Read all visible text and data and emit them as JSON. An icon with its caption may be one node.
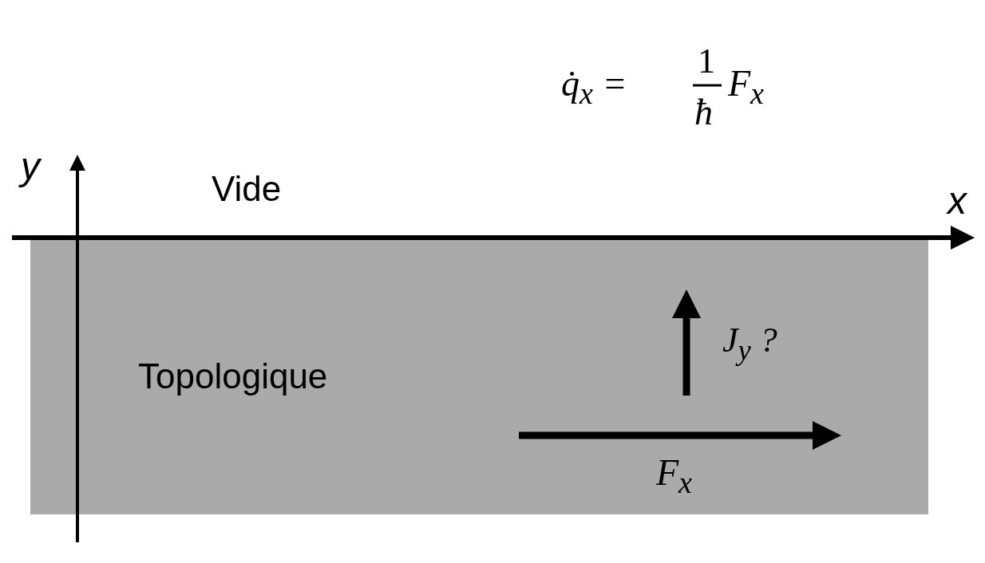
{
  "diagram": {
    "nodes": [
      {
        "text": [
          "Topologique"
        ]
      }
    ],
    "labels": [
      "q̇$_{x}$ =",
      "1",
      "ħ",
      "F$_{x}$",
      "y",
      "Vide",
      "x",
      "J$_{y}$ ?",
      "F$_{x}$"
    ]
  }
}
